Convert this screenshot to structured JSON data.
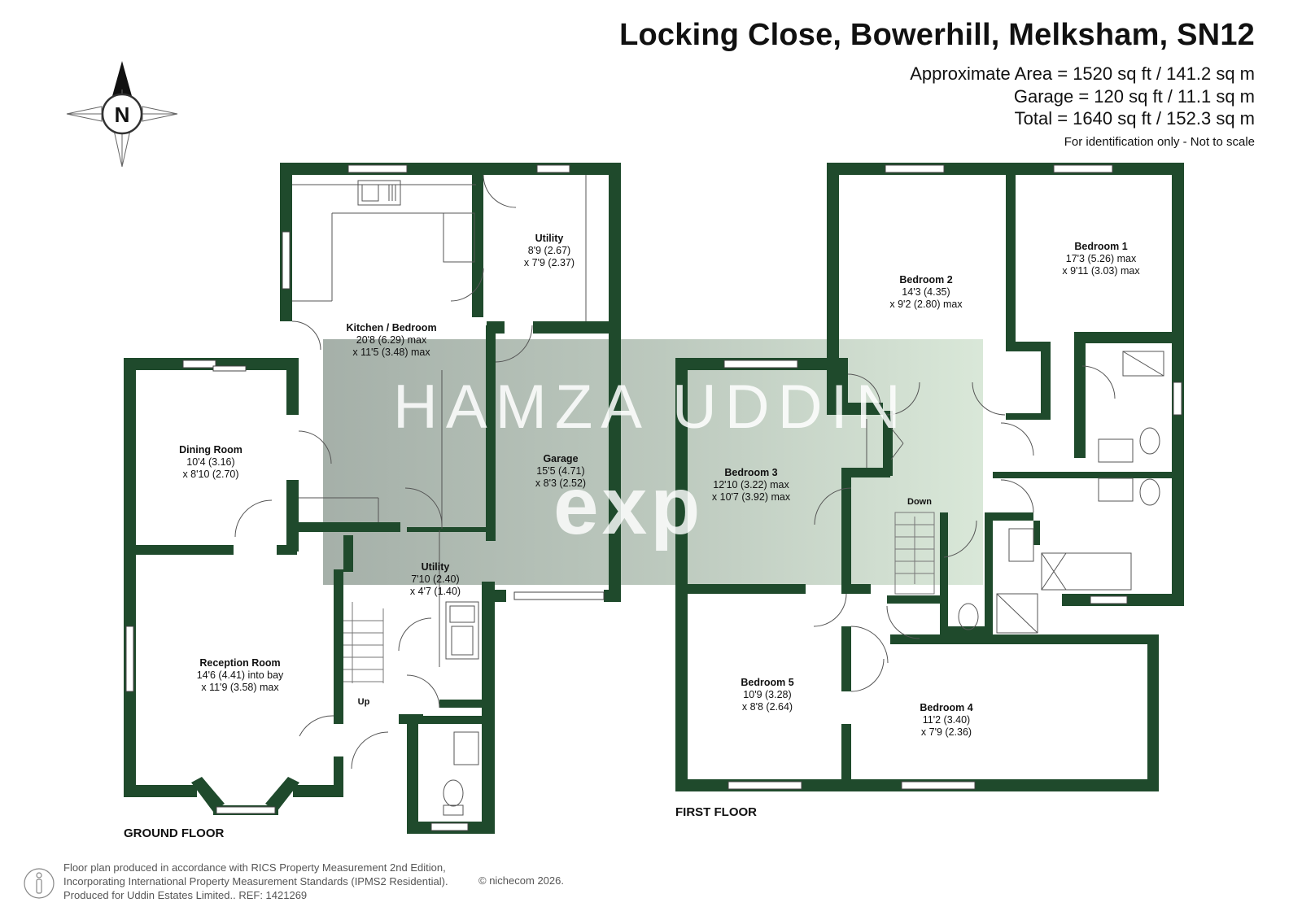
{
  "header": {
    "title": "Locking Close, Bowerhill, Melksham, SN12",
    "approx_area": "Approximate Area = 1520 sq ft / 141.2 sq m",
    "garage_area": "Garage = 120 sq ft / 11.1 sq m",
    "total_area": "Total = 1640 sq ft / 152.3 sq m",
    "note": "For identification only - Not to scale"
  },
  "compass": {
    "label": "N"
  },
  "ground_floor": {
    "label": "GROUND FLOOR",
    "rooms": {
      "kitchen": {
        "name": "Kitchen / Bedroom",
        "dim1": "20'8 (6.29) max",
        "dim2": "x 11'5 (3.48) max"
      },
      "utility_top": {
        "name": "Utility",
        "dim1": "8'9 (2.67)",
        "dim2": "x 7'9 (2.37)"
      },
      "dining": {
        "name": "Dining Room",
        "dim1": "10'4 (3.16)",
        "dim2": "x 8'10 (2.70)"
      },
      "garage": {
        "name": "Garage",
        "dim1": "15'5 (4.71)",
        "dim2": "x 8'3 (2.52)"
      },
      "utility_bottom": {
        "name": "Utility",
        "dim1": "7'10 (2.40)",
        "dim2": "x 4'7 (1.40)"
      },
      "reception": {
        "name": "Reception Room",
        "dim1": "14'6 (4.41) into bay",
        "dim2": "x 11'9 (3.58) max"
      }
    },
    "stair_label": "Up"
  },
  "first_floor": {
    "label": "FIRST FLOOR",
    "rooms": {
      "bed1": {
        "name": "Bedroom 1",
        "dim1": "17'3 (5.26) max",
        "dim2": "x 9'11 (3.03) max"
      },
      "bed2": {
        "name": "Bedroom 2",
        "dim1": "14'3 (4.35)",
        "dim2": "x 9'2 (2.80) max"
      },
      "bed3": {
        "name": "Bedroom 3",
        "dim1": "12'10 (3.22) max",
        "dim2": "x 10'7 (3.92) max"
      },
      "bed4": {
        "name": "Bedroom 4",
        "dim1": "11'2 (3.40)",
        "dim2": "x 7'9 (2.36)"
      },
      "bed5": {
        "name": "Bedroom 5",
        "dim1": "10'9 (3.28)",
        "dim2": "x 8'8 (2.64)"
      }
    },
    "stair_label": "Down"
  },
  "watermark": {
    "text": "HAMZA UDDIN",
    "brand": "exp"
  },
  "footer": {
    "line1": "Floor plan produced in accordance with RICS Property Measurement 2nd Edition,",
    "line2": "Incorporating International Property Measurement Standards (IPMS2 Residential).",
    "line3": "Produced for Uddin Estates Limited..  REF:  1421269",
    "credit": "© nichecom 2026."
  },
  "colors": {
    "wall": "#1f4a2c",
    "watermark_box": "#9aa89e",
    "text": "#111111"
  }
}
